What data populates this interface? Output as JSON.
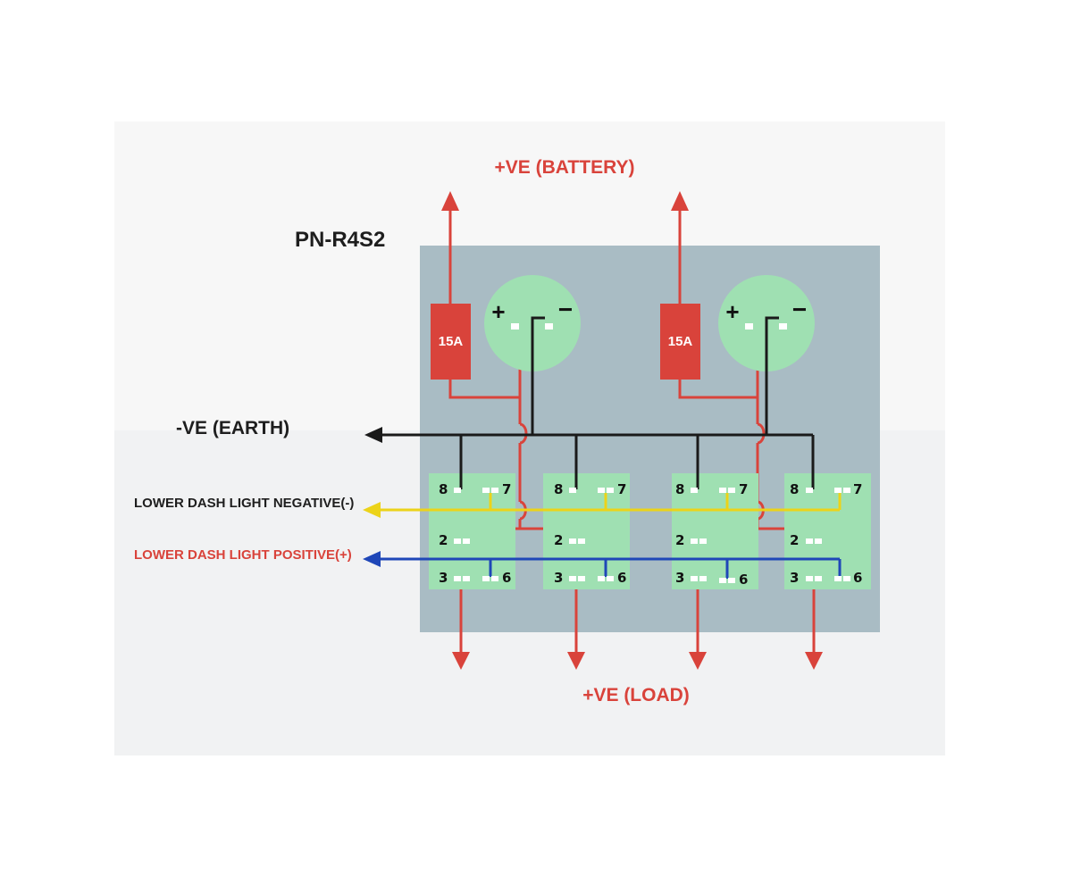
{
  "labels": {
    "model": "PN-R4S2",
    "battery": "+VE (BATTERY)",
    "earth": "-VE (EARTH)",
    "load": "+VE (LOAD)",
    "dash_negative": "LOWER DASH LIGHT NEGATIVE(-)",
    "dash_positive": "LOWER DASH LIGHT POSITIVE(+)"
  },
  "fuses": [
    {
      "rating": "15A"
    },
    {
      "rating": "15A"
    }
  ],
  "sockets": [
    {
      "plus": "+",
      "minus": "−"
    },
    {
      "plus": "+",
      "minus": "−"
    }
  ],
  "switches": [
    {
      "pins": [
        "8",
        "7",
        "2",
        "3",
        "6"
      ]
    },
    {
      "pins": [
        "8",
        "7",
        "2",
        "3",
        "6"
      ]
    },
    {
      "pins": [
        "8",
        "7",
        "2",
        "3",
        "6"
      ]
    },
    {
      "pins": [
        "8",
        "7",
        "2",
        "3",
        "6"
      ]
    }
  ],
  "colors": {
    "paper": "#f7f7f7",
    "panel": "#a9bcc4",
    "switch_body": "#9fe0b2",
    "positive_wire": "#d9433b",
    "earth_wire": "#1a1a1a",
    "dash_negative_wire": "#ecd319",
    "dash_positive_wire": "#1f47b8",
    "red_text": "#d9433b",
    "black_text": "#1e1e1e"
  }
}
